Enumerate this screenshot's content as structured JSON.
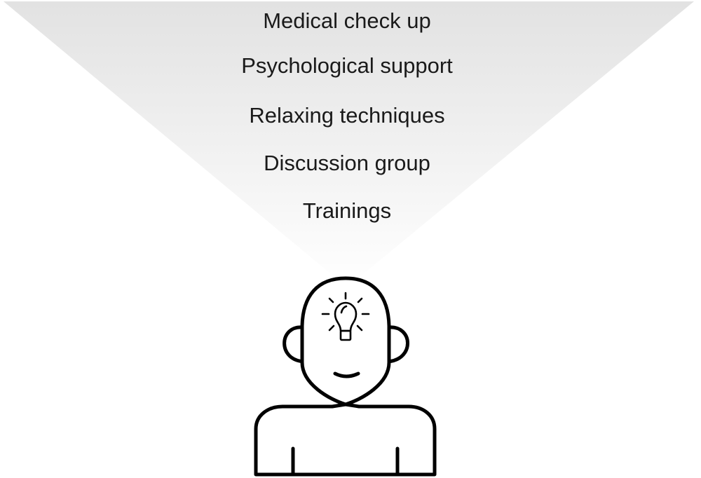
{
  "diagram": {
    "items": [
      "Medical check up",
      "Psychological support",
      "Relaxing techniques",
      "Discussion group",
      "Trainings"
    ],
    "icons": {
      "person": "person-with-idea-icon",
      "bulb": "lightbulb-icon"
    },
    "colors": {
      "funnel_top": "#e2e2e2",
      "funnel_bottom": "#ffffff",
      "stroke": "#000000",
      "text": "#1a1a1a"
    }
  }
}
